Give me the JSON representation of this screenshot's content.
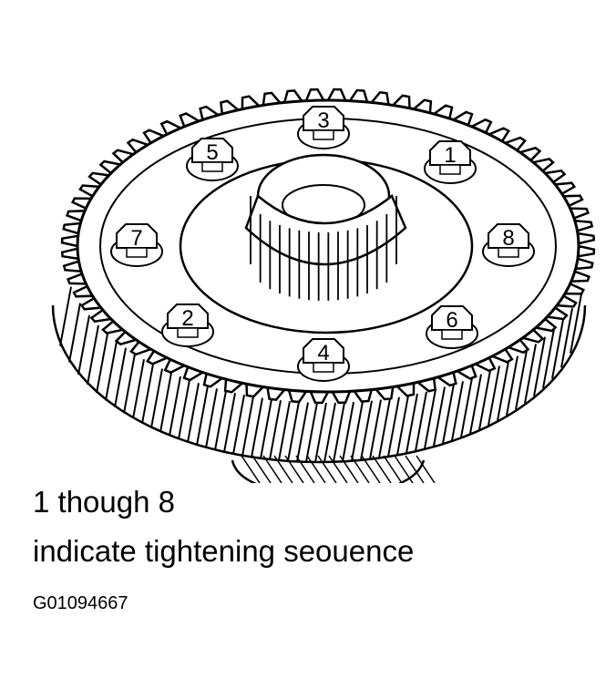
{
  "caption": {
    "line1": "1 though 8",
    "line2": "indicate tightening seouence"
  },
  "figure_id": "G01094667",
  "bolts": [
    {
      "label": "3"
    },
    {
      "label": "5"
    },
    {
      "label": "1"
    },
    {
      "label": "7"
    },
    {
      "label": "8"
    },
    {
      "label": "2"
    },
    {
      "label": "6"
    },
    {
      "label": "4"
    }
  ],
  "colors": {
    "ink": "#000000",
    "paper": "#ffffff"
  }
}
